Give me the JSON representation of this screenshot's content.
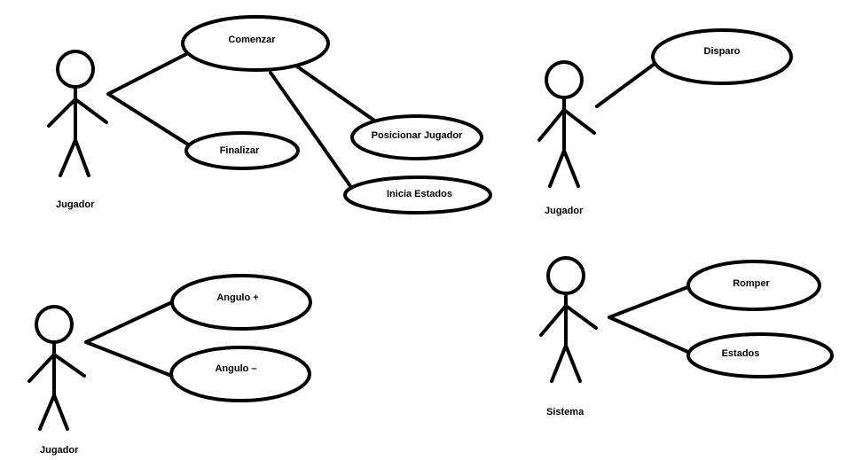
{
  "diagram": {
    "actors": [
      {
        "id": "actor-1",
        "name": "Jugador"
      },
      {
        "id": "actor-2",
        "name": "Jugador"
      },
      {
        "id": "actor-3",
        "name": "Jugador"
      },
      {
        "id": "actor-4",
        "name": "Sistema"
      }
    ],
    "use_cases": [
      {
        "id": "uc-comenzar",
        "label": "Comenzar"
      },
      {
        "id": "uc-finalizar",
        "label": "Finalizar"
      },
      {
        "id": "uc-posicionar",
        "label": "Posicionar Jugador"
      },
      {
        "id": "uc-inicia-estados",
        "label": "Inicia Estados"
      },
      {
        "id": "uc-disparo",
        "label": "Disparo"
      },
      {
        "id": "uc-angulo-mas",
        "label": "Angulo +"
      },
      {
        "id": "uc-angulo-menos",
        "label": "Angulo –"
      },
      {
        "id": "uc-romper",
        "label": "Romper"
      },
      {
        "id": "uc-estados",
        "label": "Estados"
      }
    ],
    "associations": [
      {
        "from": "actor-1",
        "to": "uc-comenzar"
      },
      {
        "from": "actor-1",
        "to": "uc-finalizar"
      },
      {
        "from": "uc-comenzar",
        "to": "uc-posicionar"
      },
      {
        "from": "uc-comenzar",
        "to": "uc-inicia-estados"
      },
      {
        "from": "actor-2",
        "to": "uc-disparo"
      },
      {
        "from": "actor-3",
        "to": "uc-angulo-mas"
      },
      {
        "from": "actor-3",
        "to": "uc-angulo-menos"
      },
      {
        "from": "actor-4",
        "to": "uc-romper"
      },
      {
        "from": "actor-4",
        "to": "uc-estados"
      }
    ]
  }
}
